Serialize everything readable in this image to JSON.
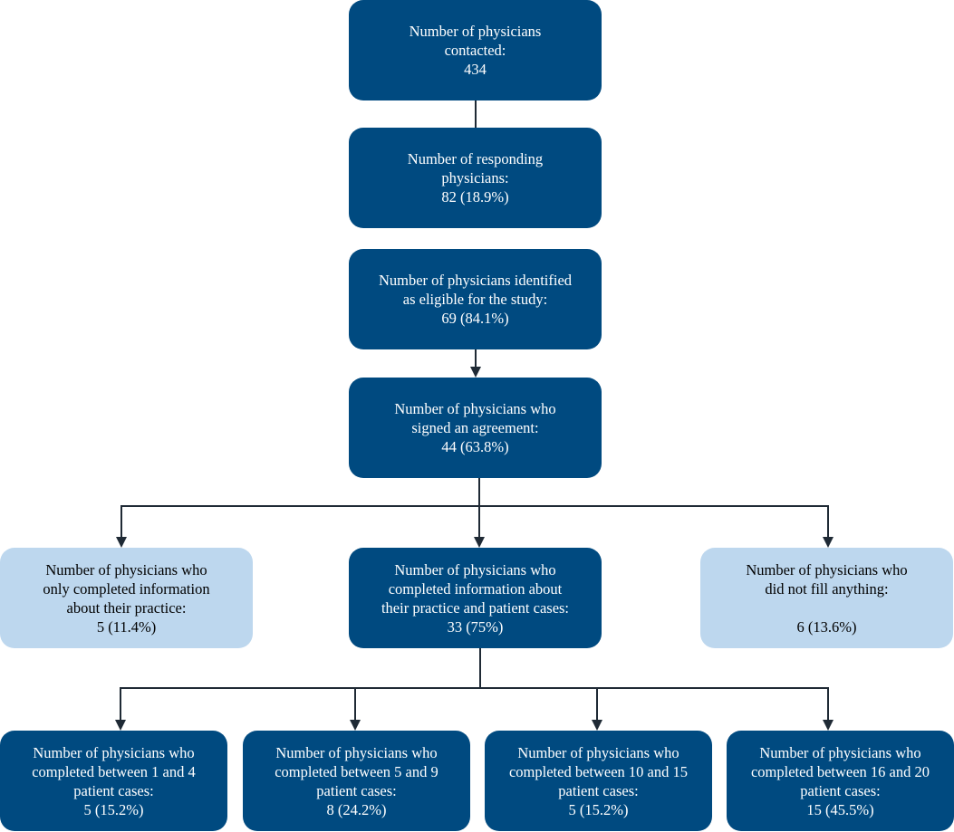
{
  "nodes": {
    "contacted": {
      "lines": [
        "Number of physicians",
        "contacted:",
        "434"
      ]
    },
    "responding": {
      "lines": [
        "Number of responding",
        "physicians:",
        "82 (18.9%)"
      ]
    },
    "eligible": {
      "lines": [
        "Number of physicians identified",
        "as eligible for the study:",
        "69 (84.1%)"
      ]
    },
    "signed": {
      "lines": [
        "Number of physicians who",
        "signed an agreement:",
        "44 (63.8%)"
      ]
    },
    "only_practice": {
      "lines": [
        "Number of physicians who",
        "only completed information",
        "about their practice:",
        "5 (11.4%)"
      ]
    },
    "practice_and_cases": {
      "lines": [
        "Number of physicians who",
        "completed information about",
        "their practice and patient cases:",
        "33 (75%)"
      ]
    },
    "nothing": {
      "lines": [
        "Number of physicians who",
        "did not fill anything:",
        "",
        "6 (13.6%)"
      ]
    },
    "cases_1_4": {
      "lines": [
        "Number of physicians who",
        "completed between 1 and 4",
        "patient cases:",
        "5 (15.2%)"
      ]
    },
    "cases_5_9": {
      "lines": [
        "Number of physicians who",
        "completed between 5 and 9",
        "patient cases:",
        "8 (24.2%)"
      ]
    },
    "cases_10_15": {
      "lines": [
        "Number of physicians who",
        "completed between 10 and 15",
        "patient cases:",
        "5 (15.2%)"
      ]
    },
    "cases_16_20": {
      "lines": [
        "Number of physicians who",
        "completed between 16 and 20",
        "patient cases:",
        "15 (45.5%)"
      ]
    }
  },
  "colors": {
    "primary_box": "#004a80",
    "secondary_box": "#bdd7ee",
    "connector": "#1f2a35"
  }
}
